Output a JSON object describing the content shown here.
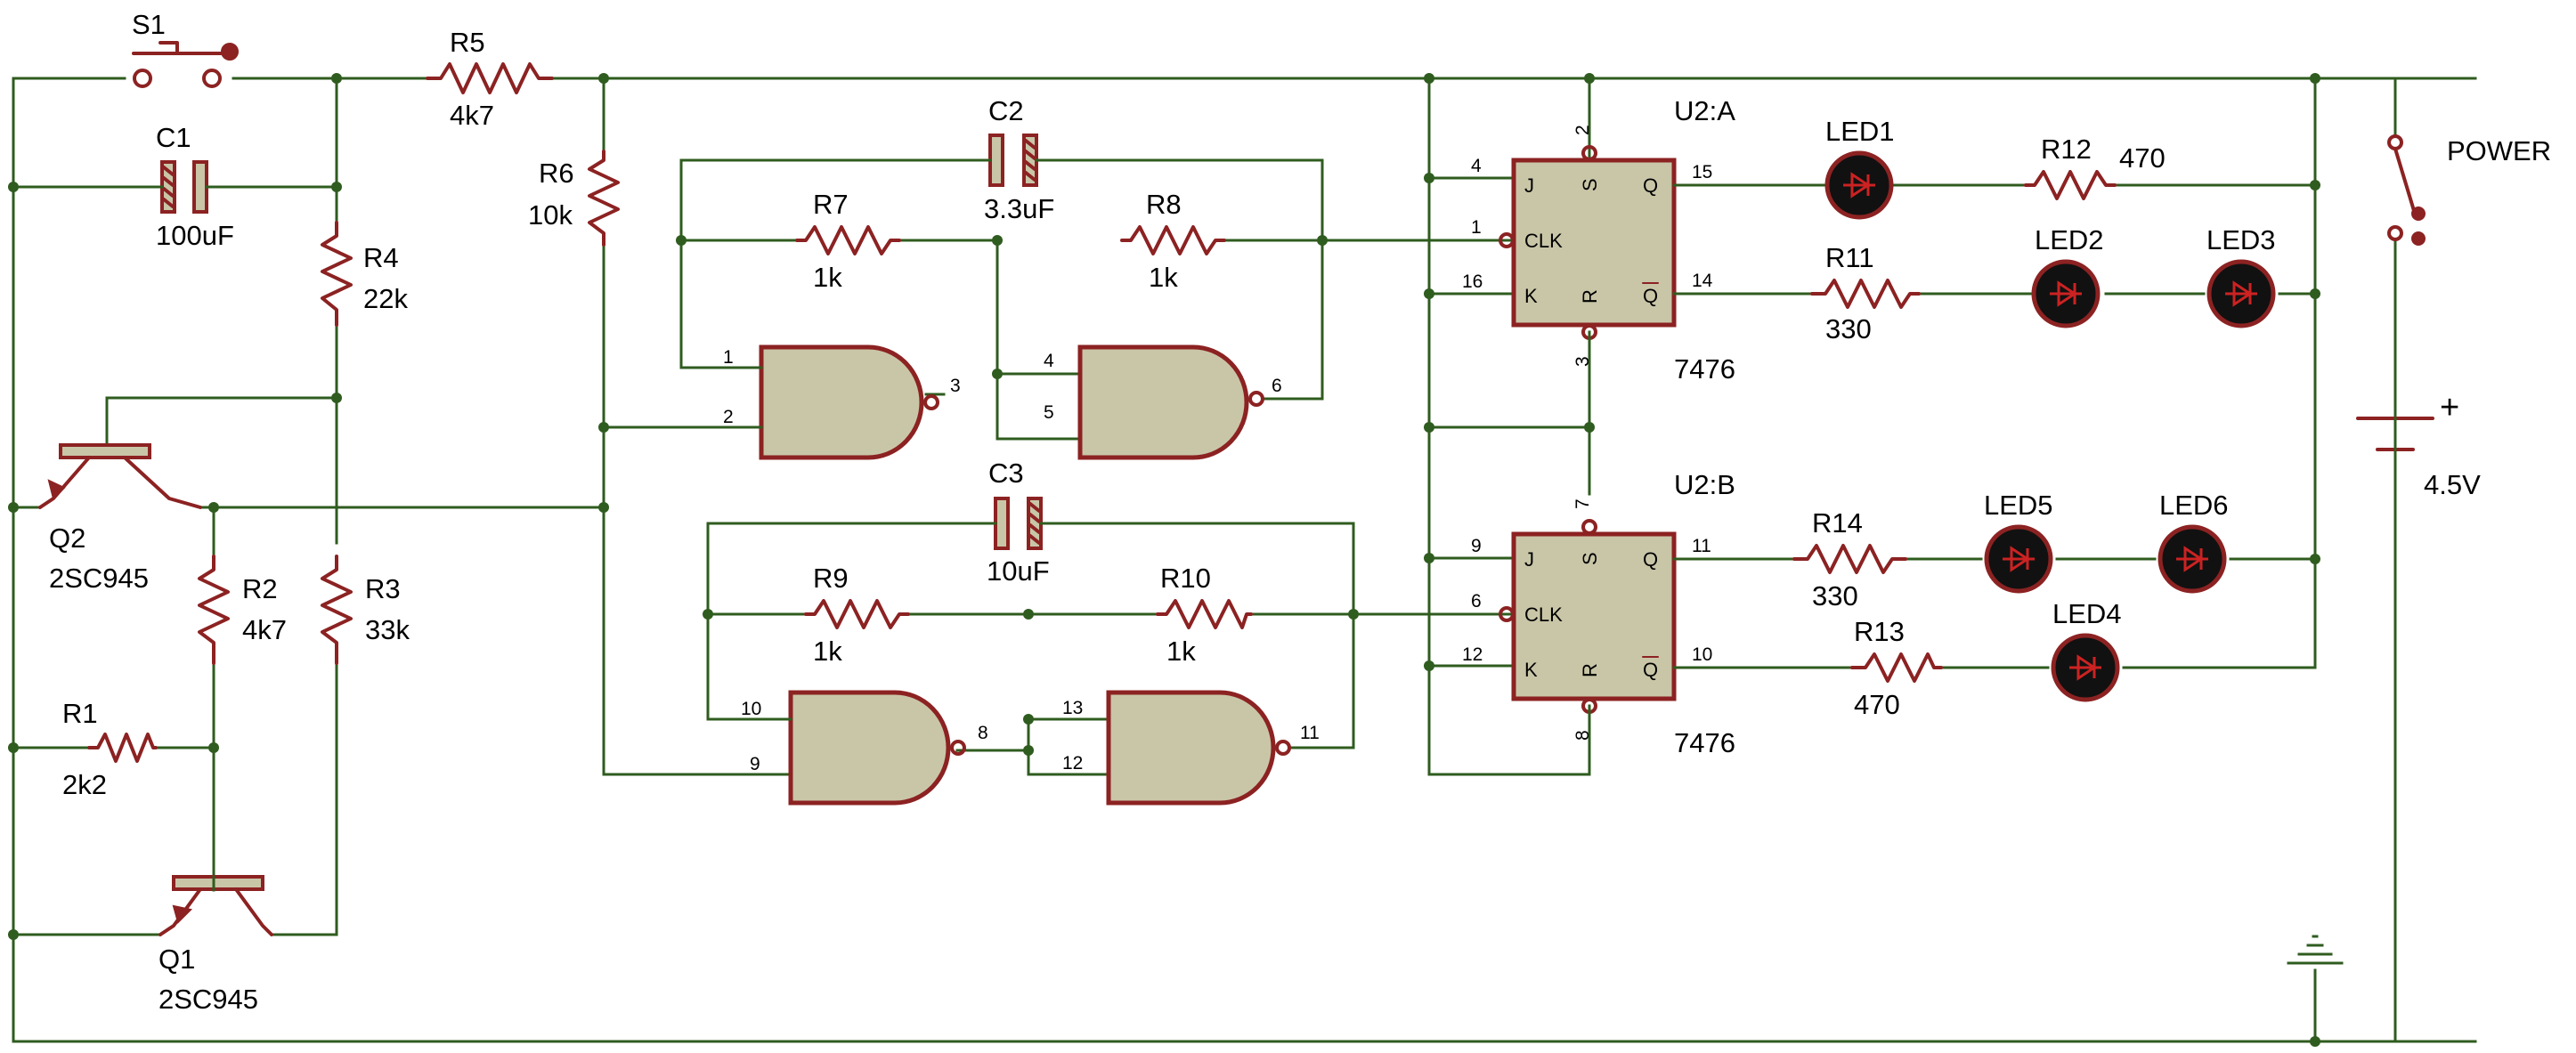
{
  "components": {
    "S1": "S1",
    "R5": "R5",
    "R5v": "4k7",
    "C1": "C1",
    "C1v": "100uF",
    "R4": "R4",
    "R4v": "22k",
    "R6": "R6",
    "R6v": "10k",
    "C2": "C2",
    "C2v": "3.3uF",
    "R7": "R7",
    "R7v": "1k",
    "R8": "R8",
    "R8v": "1k",
    "C3": "C3",
    "C3v": "10uF",
    "R9": "R9",
    "R9v": "1k",
    "R10": "R10",
    "R10v": "1k",
    "Q2": "Q2",
    "Q2v": "2SC945",
    "Q1": "Q1",
    "Q1v": "2SC945",
    "R2": "R2",
    "R2v": "4k7",
    "R3": "R3",
    "R3v": "33k",
    "R1": "R1",
    "R1v": "2k2",
    "U2A": "U2:A",
    "U2Av": "7476",
    "U2B": "U2:B",
    "U2Bv": "7476",
    "LED1": "LED1",
    "LED2": "LED2",
    "LED3": "LED3",
    "LED4": "LED4",
    "LED5": "LED5",
    "LED6": "LED6",
    "R12": "R12",
    "R12v": "470",
    "R11": "R11",
    "R11v": "330",
    "R14": "R14",
    "R14v": "330",
    "R13": "R13",
    "R13v": "470",
    "POWER": "POWER",
    "BAT_plus": "+",
    "BATv": "4.5V"
  },
  "pins": {
    "g1_a": "1",
    "g1_b": "2",
    "g1_o": "3",
    "g2_a": "4",
    "g2_b": "5",
    "g2_o": "6",
    "g3_a": "10",
    "g3_b": "9",
    "g3_o": "8",
    "g4_a": "13",
    "g4_b": "12",
    "g4_o": "11",
    "ua_j": "4",
    "ua_clk": "1",
    "ua_k": "16",
    "ua_s": "2",
    "ua_r": "3",
    "ua_q": "15",
    "ua_qb": "14",
    "ub_j": "9",
    "ub_clk": "6",
    "ub_k": "12",
    "ub_s": "7",
    "ub_r": "8",
    "ub_q": "11",
    "ub_qb": "10"
  },
  "ff_labels": {
    "j": "J",
    "clk": "CLK",
    "k": "K",
    "s": "S",
    "r": "R",
    "q": "Q",
    "qb": "Q"
  }
}
